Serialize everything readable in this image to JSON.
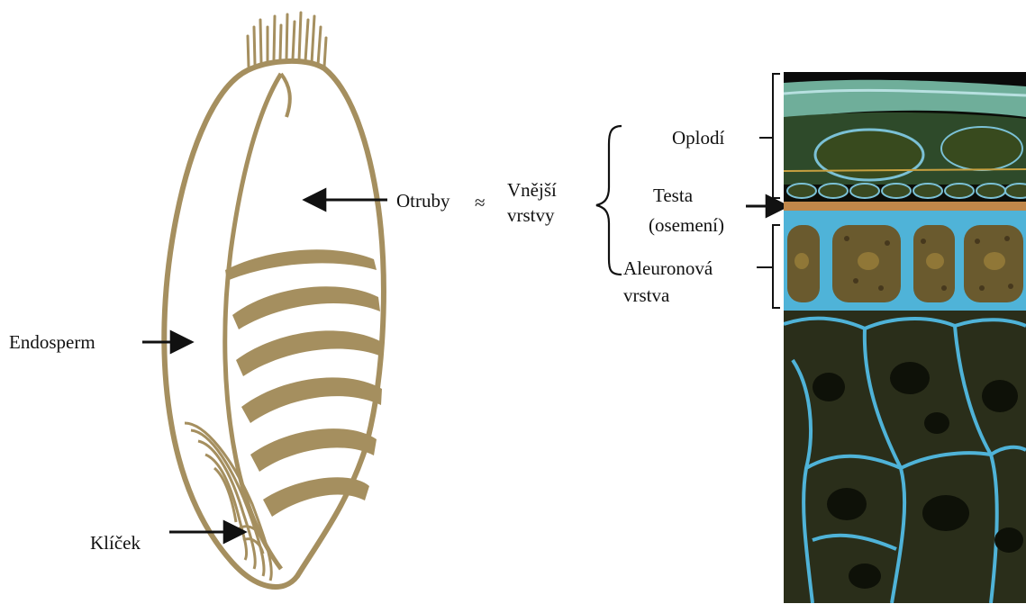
{
  "colors": {
    "grain_outline": "#A58F5F",
    "grain_band": "#A58F5F",
    "arrow": "#111111",
    "brace": "#111111",
    "micro_background": "#0B0D08",
    "micro_cell_wall": "#4FB3D8",
    "micro_aleurone_fill": "#6A5A2E",
    "micro_pericarp": "#2E4A2A",
    "micro_testa": "#C0874A",
    "micro_top_band": "#6FAE9A",
    "micro_endosperm_fill": "#2A2E1A"
  },
  "labels": {
    "endosperm": "Endosperm",
    "germ": "Klíček",
    "bran": "Otruby",
    "approx": "≈",
    "outer_layers_line1": "Vnější",
    "outer_layers_line2": "vrstvy",
    "pericarp": "Oplodí",
    "testa_line1": "Testa",
    "testa_line2": "(osemení)",
    "aleurone_line1": "Aleuronová",
    "aleurone_line2": "vrstva"
  },
  "icons": {
    "grain": "wheat-grain-drawing",
    "micrograph": "grain-cross-section-micrograph"
  }
}
